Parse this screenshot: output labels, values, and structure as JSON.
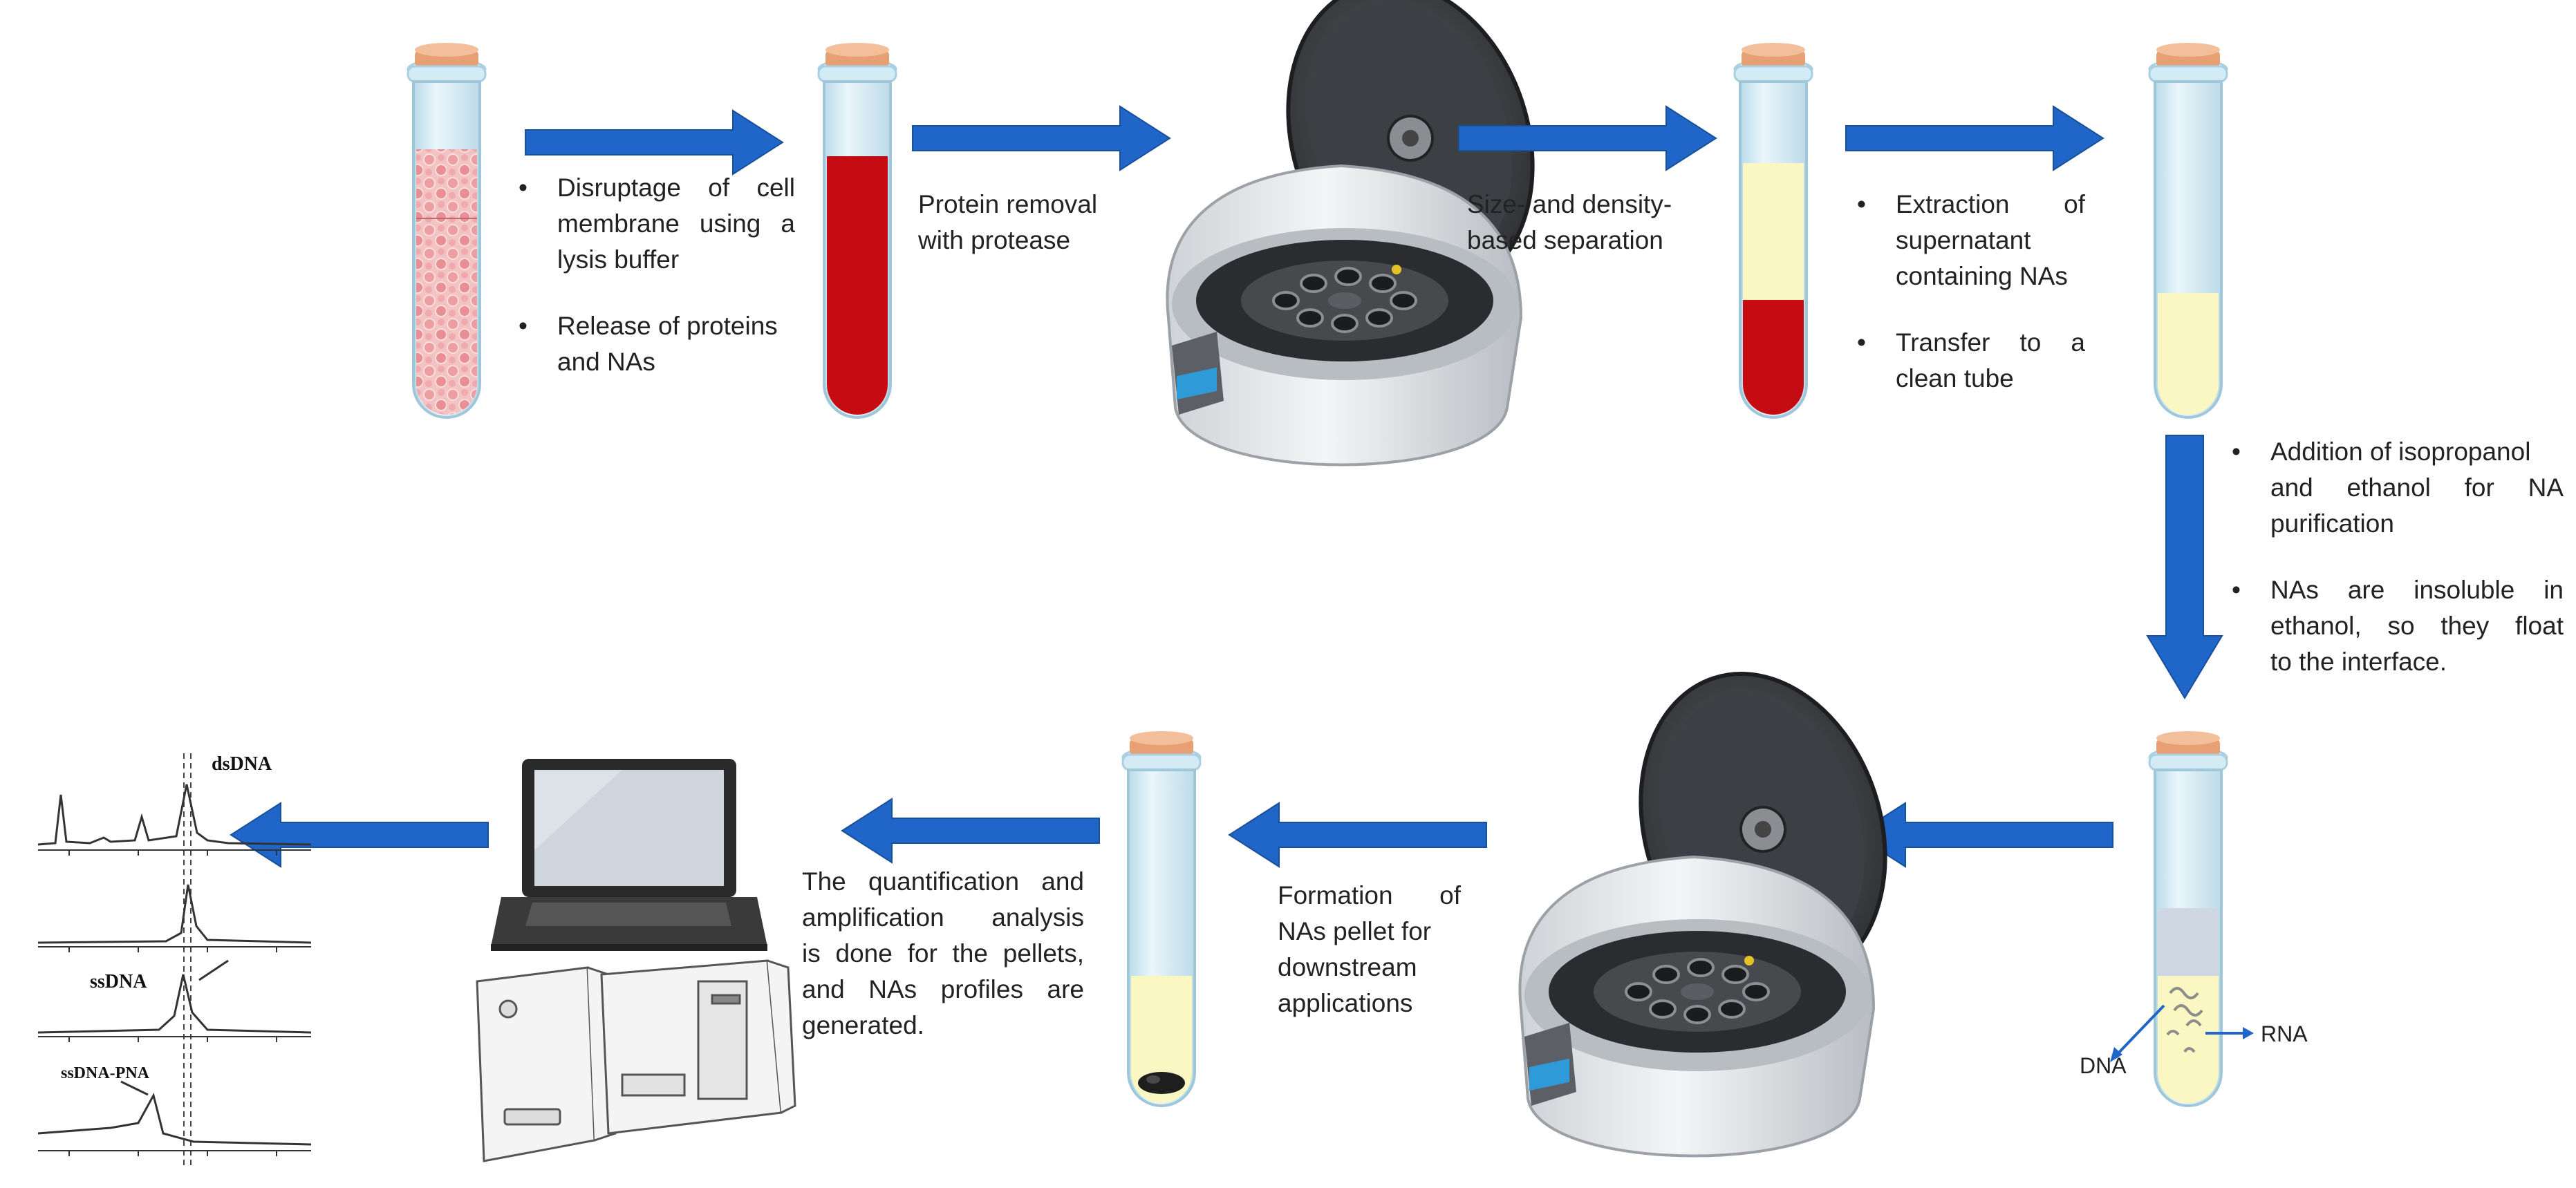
{
  "steps": {
    "lysis": {
      "bullet_1": [
        "Disruptage of cell",
        "membrane using a",
        "lysis buffer"
      ],
      "bullet_2": [
        "Release of proteins",
        "and NAs"
      ]
    },
    "protease": [
      "Protein removal",
      "with protease"
    ],
    "separation": [
      "Size- and density-",
      "based separation"
    ],
    "extraction": {
      "bullet_1": [
        "Extraction of",
        "supernatant",
        "containing NAs"
      ],
      "bullet_2": [
        "Transfer to a",
        "clean tube"
      ]
    },
    "purification": {
      "bullet_1": [
        "Addition of isopropanol",
        "and ethanol for NA",
        "purification"
      ],
      "bullet_2": [
        "NAs are insoluble in",
        "ethanol, so they float",
        "to the interface."
      ]
    },
    "pellet": [
      "Formation of",
      "NAs pellet for",
      "downstream",
      "applications"
    ],
    "analysis": [
      "The quantification and",
      "amplification analysis",
      "is done for the pellets,",
      "and NAs profiles are",
      "generated."
    ]
  },
  "tube_labels": {
    "dna": "DNA",
    "rna": "RNA"
  },
  "profile_labels": {
    "ds": "dsDNA",
    "ss": "ssDNA",
    "pna": "ssDNA-PNA"
  },
  "colors": {
    "arrow": "#1f66c8",
    "blood": "#c40c12",
    "cell_pink": "#f1b3b6",
    "supernatant": "#fbf7c2",
    "glass": "#d9eef7",
    "cap": "#e7a074"
  },
  "icons": [
    "test-tube-icon",
    "centrifuge-icon",
    "laptop-icon",
    "analyzer-icon",
    "arrow-icon"
  ]
}
